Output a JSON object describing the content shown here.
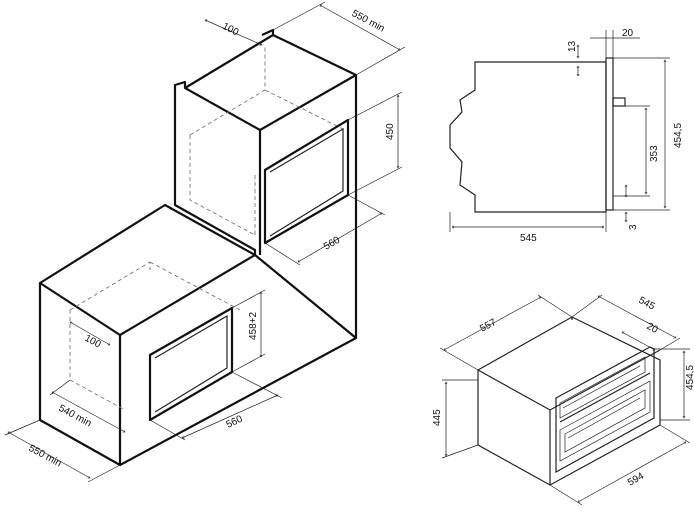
{
  "dims": {
    "upper_depth_100": "100",
    "upper_cabinet_550": "550 min",
    "upper_height_450": "450",
    "upper_width_560": "560",
    "lower_depth_100": "100",
    "lower_height_458": "458+2",
    "lower_depth_540": "540 min",
    "lower_cabinet_550": "550 min",
    "lower_width_560": "560",
    "side_13": "13",
    "side_20": "20",
    "side_4545": "454,5",
    "side_353": "353",
    "side_3": "3",
    "side_545": "545",
    "oven_557": "557",
    "oven_545": "545",
    "oven_20": "20",
    "oven_4545": "454,5",
    "oven_445": "445",
    "oven_594": "594"
  }
}
